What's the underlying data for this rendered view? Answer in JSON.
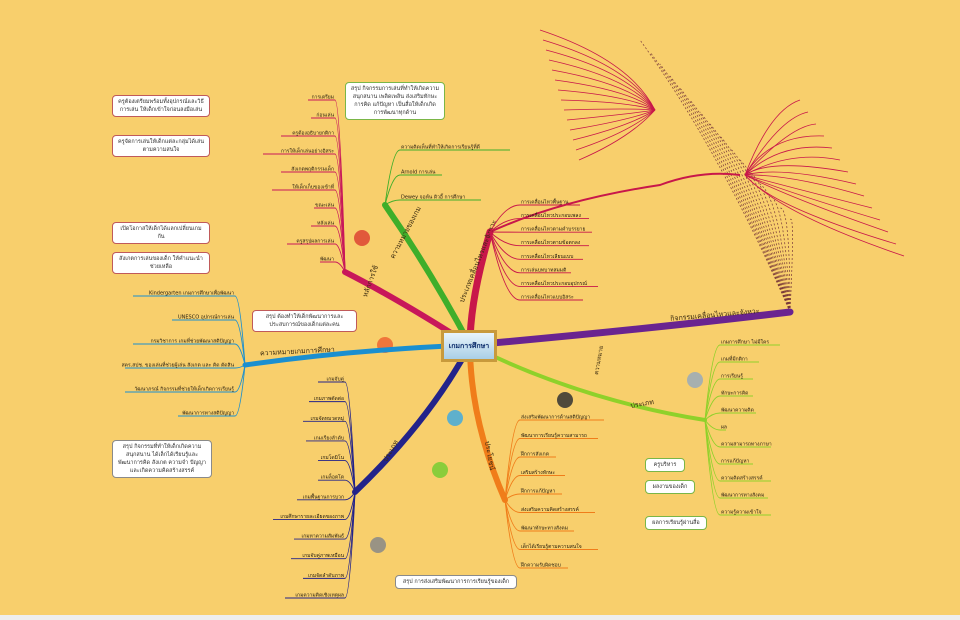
{
  "center": {
    "title": "เกมการศึกษา"
  },
  "colors": {
    "background": "#f8cf6c"
  },
  "branches": [
    {
      "label": "ความหมายของเกม",
      "color": "#3fae2a",
      "leaves": [
        "ความคิดเห็นที่ทำให้เกิดการเรียนรู้ที่ดี",
        "Arnold การเล่น",
        "Dewey จอห์น ดิวอี้ การศึกษา"
      ]
    },
    {
      "label": "หลักการใช้",
      "color": "#c8175a",
      "leaves": [
        "การเตรียม",
        "ก่อนเล่น",
        "ครูต้องอธิบายกติกา",
        "การให้เด็กเล่นอย่างอิสระ",
        "สังเกตพฤติกรรมเด็ก",
        "ให้เด็กเก็บของเข้าที่",
        "ขณะเล่น",
        "หลังเล่น",
        "ครูสรุปผลการเล่น",
        "พัฒนา"
      ]
    },
    {
      "label": "ความหมายเกมการศึกษา",
      "color": "#1a8fd0",
      "leaves": [
        "Kindergarten เกมการศึกษาเพื่อพัฒนา",
        "UNESCO อุปกรณ์การเล่น",
        "กรมวิชาการ เกมที่ช่วยพัฒนาสติปัญญา",
        "สคร.สปช. ของเล่นที่ช่วยผู้เล่น สังเกต และ คิด ตัดสิน",
        "วัฒนาภรณ์ กิจกรรมที่ช่วยให้เด็กเกิดการเรียนรู้",
        "พัฒนาการทางสติปัญญา"
      ]
    },
    {
      "label": "ประเภท",
      "color": "#23238a",
      "leaves": [
        "เกมจับคู่",
        "เกมภาพตัดต่อ",
        "เกมจัดหมวดหมู่",
        "เกมเรียงลำดับ",
        "เกมโดมิโน",
        "เกมล็อตโต",
        "เกมพื้นฐานการบวก",
        "เกมศึกษารายละเอียดของภาพ",
        "เกมหาความสัมพันธ์",
        "เกมจับคู่ภาพเหมือน",
        "เกมจัดลำดับภาพ",
        "เกมความคิดเชิงเหตุผล"
      ]
    },
    {
      "label": "ประโยชน์",
      "color": "#f07d1a",
      "leaves": [
        "ส่งเสริมพัฒนาการด้านสติปัญญา",
        "พัฒนาการเรียนรู้ความสามารถ",
        "ฝึกการสังเกต",
        "เสริมสร้างทักษะ",
        "ฝึกการแก้ปัญหา",
        "ส่งเสริมความคิดสร้างสรรค์",
        "พัฒนาทักษะทางสังคม",
        "เด็กได้เรียนรู้ตามความสนใจ",
        "ฝึกความรับผิดชอบ"
      ]
    },
    {
      "label": "ประเภท",
      "color": "#8fd12a",
      "sub": "ความหมาย",
      "leaves": [
        "เกมการศึกษา ไม่มีใคร",
        "เกมที่มีกติกา",
        "การเรียนรู้",
        "ทักษะการคิด",
        "พัฒนาความคิด",
        "ผล",
        "ความสามารถทางภาษา",
        "การแก้ปัญหา",
        "ความคิดสร้างสรรค์",
        "พัฒนาการทางสังคม",
        "ความรู้ความเข้าใจ"
      ]
    },
    {
      "label": "ประเภทเคลื่อนไหวและจังหวะ",
      "color": "#c8174a",
      "leaves": [
        "การเคลื่อนไหวพื้นฐาน",
        "การเคลื่อนไหวประกอบเพลง",
        "การเคลื่อนไหวตามคำบรรยาย",
        "การเคลื่อนไหวตามข้อตกลง",
        "การเคลื่อนไหวเลียนแบบ",
        "การเล่นบทบาทสมมติ",
        "การเคลื่อนไหวประกอบอุปกรณ์",
        "การเคลื่อนไหวแบบอิสระ"
      ]
    },
    {
      "label": "กิจกรรมเคลื่อนไหวและจังหวะ",
      "color": "#6a2490",
      "leaves": []
    }
  ],
  "notes": {
    "green": "สรุป กิจกรรมการเล่นที่ทำให้เกิดความสนุกสนาน เพลิดเพลิน ส่งเสริมทักษะการคิด แก้ปัญหา เป็นสื่อให้เด็กเกิดการพัฒนาทุกด้าน",
    "principle1": "ครูต้องเตรียมพร้อมทั้งอุปกรณ์และวิธีการเล่น ให้เด็กเข้าใจก่อนลงมือเล่น",
    "principle2": "ครูจัดการเล่นให้เด็กแต่ละกลุ่มได้เล่นตามความสนใจ",
    "principle3": "เปิดโอกาสให้เด็กได้แลกเปลี่ยนเกมกัน",
    "principle4": "สังเกตการเล่นของเด็ก ให้คำแนะนำ ช่วยเหลือ",
    "principle_summary": "สรุป ต้องทำให้เด็กพัฒนาการและประสบการณ์ของเด็กแต่ละคน",
    "types_summary": "สรุป กิจกรรมที่ทำให้เด็กเกิดความสนุกสนาน ได้เล็กได้เรียนรู้และพัฒนาการคิด สังเกต ความจำ ปัญญา และเกิดความคิดสร้างสรรค์",
    "benefit_summary": "สรุป การส่งเสริมพัฒนาการการเรียนรู้ของเด็ก",
    "eval1": "ครูบริหาร",
    "eval2": "ผลงานของเด็ก",
    "eval3": "ผลการเรียนรู้ผ่านสื่อ"
  }
}
